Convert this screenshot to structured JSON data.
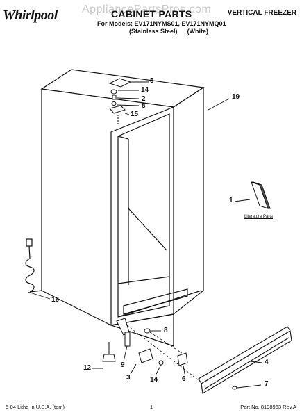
{
  "header": {
    "brand": "Whirlpool",
    "watermark": "AppliancePartsPros.com",
    "title": "CABINET PARTS",
    "category": "VERTICAL FREEZER",
    "models": "For Models: EV171NYMS01, EV171NYMQ01",
    "variant_stainless": "(Stainless Steel)",
    "variant_white": "(White)"
  },
  "callouts": [
    "5",
    "14",
    "2",
    "8",
    "15",
    "19",
    "1",
    "16",
    "8",
    "12",
    "9",
    "3",
    "14",
    "6",
    "4",
    "7"
  ],
  "literature_label": "Literature Parts",
  "footer": {
    "left": "5-04 Litho In U.S.A. (tpm)",
    "center": "1",
    "right": "Part No. 8198963 Rev.A"
  }
}
